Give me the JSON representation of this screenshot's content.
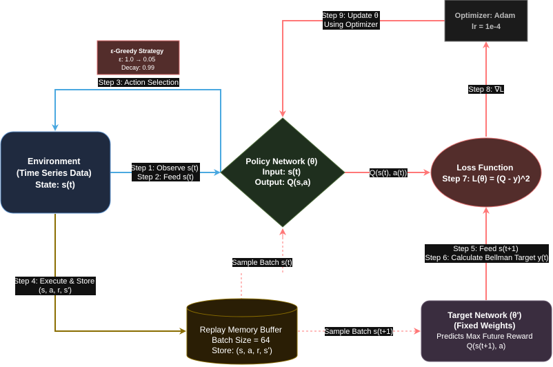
{
  "colors": {
    "environment_fill": "#1f2a3f",
    "environment_stroke": "#5b8fc9",
    "policy_fill": "#1f2f1e",
    "policy_stroke": "#4d6b3a",
    "loss_fill": "#532d2b",
    "loss_stroke": "#e07070",
    "target_fill": "#3a2d3f",
    "target_stroke": "#6a5a70",
    "replay_fill": "#2a1e05",
    "replay_stroke": "#8a6d00",
    "optimizer_fill": "#1b1b1b",
    "optimizer_stroke": "#888888",
    "optimizer_text": "#bbbbbb",
    "strategy_fill": "#532d2b",
    "strategy_stroke": "#e07070",
    "blue_edge": "#4aa8e0",
    "red_edge": "#ff7777",
    "olive_edge": "#8a6d00"
  },
  "nodes": {
    "environment": {
      "lines": [
        "Environment",
        "(Time Series Data)",
        "State: s(t)"
      ]
    },
    "policy": {
      "lines": [
        "Policy Network (θ)",
        "Input: s(t)",
        "Output: Q(s,a)"
      ]
    },
    "loss": {
      "lines": [
        "Loss Function",
        "Step 7: L(θ) = (Q - y)^2"
      ]
    },
    "target": {
      "lines": [
        "Target Network (θ')",
        "(Fixed Weights)",
        "Predicts Max Future Reward",
        "Q(s(t+1), a)"
      ]
    },
    "replay": {
      "lines": [
        "Replay Memory Buffer",
        "Batch Size = 64",
        "Store: (s, a, r, s')"
      ]
    },
    "optimizer": {
      "lines": [
        "Optimizer: Adam",
        "lr = 1e-4"
      ]
    },
    "strategy": {
      "lines": [
        "ε-Greedy Strategy",
        "ε: 1.0 → 0.05",
        "Decay: 0.99"
      ]
    }
  },
  "edges": {
    "step3": {
      "lines": [
        "Step 3: Action Selection"
      ]
    },
    "step12": {
      "lines": [
        "Step 1: Observe s(t)",
        "Step 2: Feed s(t)"
      ]
    },
    "q_out": {
      "lines": [
        "Q(s(t), a(t))"
      ]
    },
    "step8": {
      "lines": [
        "Step 8: ∇L"
      ]
    },
    "step9": {
      "lines": [
        "Step 9: Update θ",
        "Using Optimizer"
      ]
    },
    "step56": {
      "lines": [
        "Step 5: Feed s(t+1)",
        "Step 6: Calculate Bellman Target y(t)"
      ]
    },
    "step4": {
      "lines": [
        "Step 4: Execute & Store",
        "(s, a, r, s')"
      ]
    },
    "sample_st": {
      "lines": [
        "Sample Batch s(t)"
      ]
    },
    "sample_st1": {
      "lines": [
        "Sample Batch s(t+1)"
      ]
    }
  }
}
